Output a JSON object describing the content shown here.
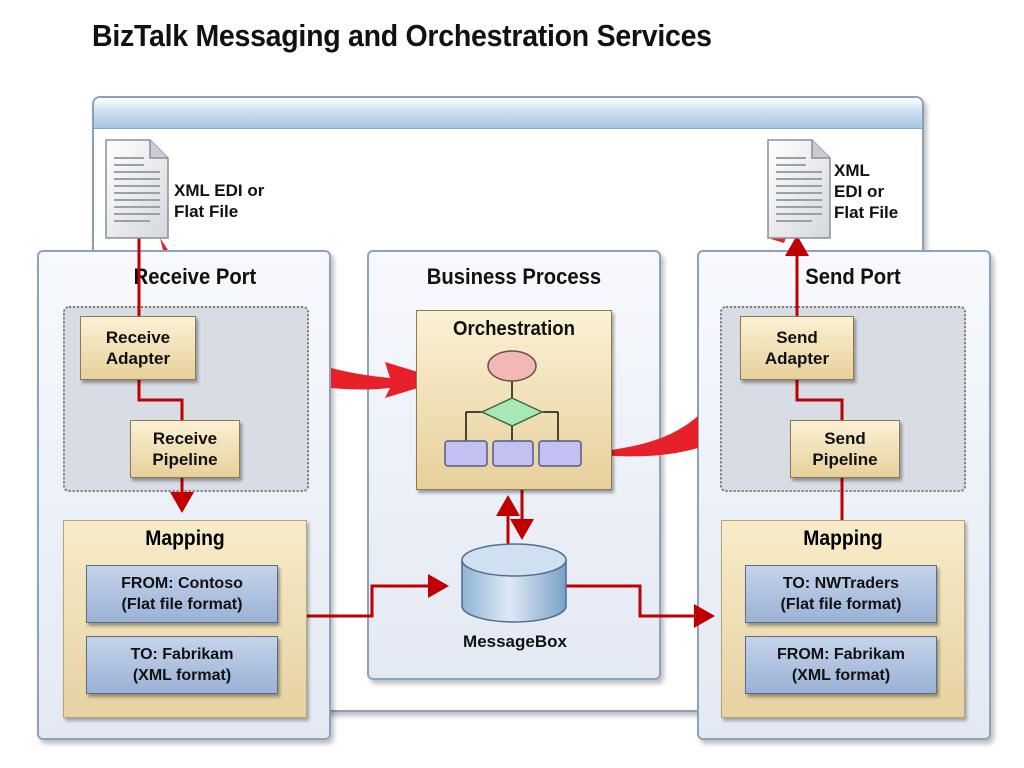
{
  "title": "BizTalk Messaging and Orchestration Services",
  "receive_doc": {
    "line1": "XML EDI or",
    "line2": "Flat File"
  },
  "send_doc": {
    "line1": "XML",
    "line2": "EDI or",
    "line3": "Flat File"
  },
  "receive_port": {
    "title": "Receive Port",
    "adapter": {
      "line1": "Receive",
      "line2": "Adapter"
    },
    "pipeline": {
      "line1": "Receive",
      "line2": "Pipeline"
    },
    "mapping": {
      "title": "Mapping",
      "from": {
        "line1": "FROM: Contoso",
        "line2": "(Flat file format)"
      },
      "to": {
        "line1": "TO: Fabrikam",
        "line2": "(XML format)"
      }
    }
  },
  "business_process": {
    "title": "Business Process",
    "orchestration": "Orchestration",
    "messagebox": "MessageBox"
  },
  "send_port": {
    "title": "Send Port",
    "adapter": {
      "line1": "Send",
      "line2": "Adapter"
    },
    "pipeline": {
      "line1": "Send",
      "line2": "Pipeline"
    },
    "mapping": {
      "title": "Mapping",
      "to": {
        "line1": "TO: NWTraders",
        "line2": "(Flat file format)"
      },
      "from": {
        "line1": "FROM: Fabrikam",
        "line2": "(XML format)"
      }
    }
  },
  "colors": {
    "arrow": "#c00000",
    "big_arrow": "#e8202a"
  }
}
